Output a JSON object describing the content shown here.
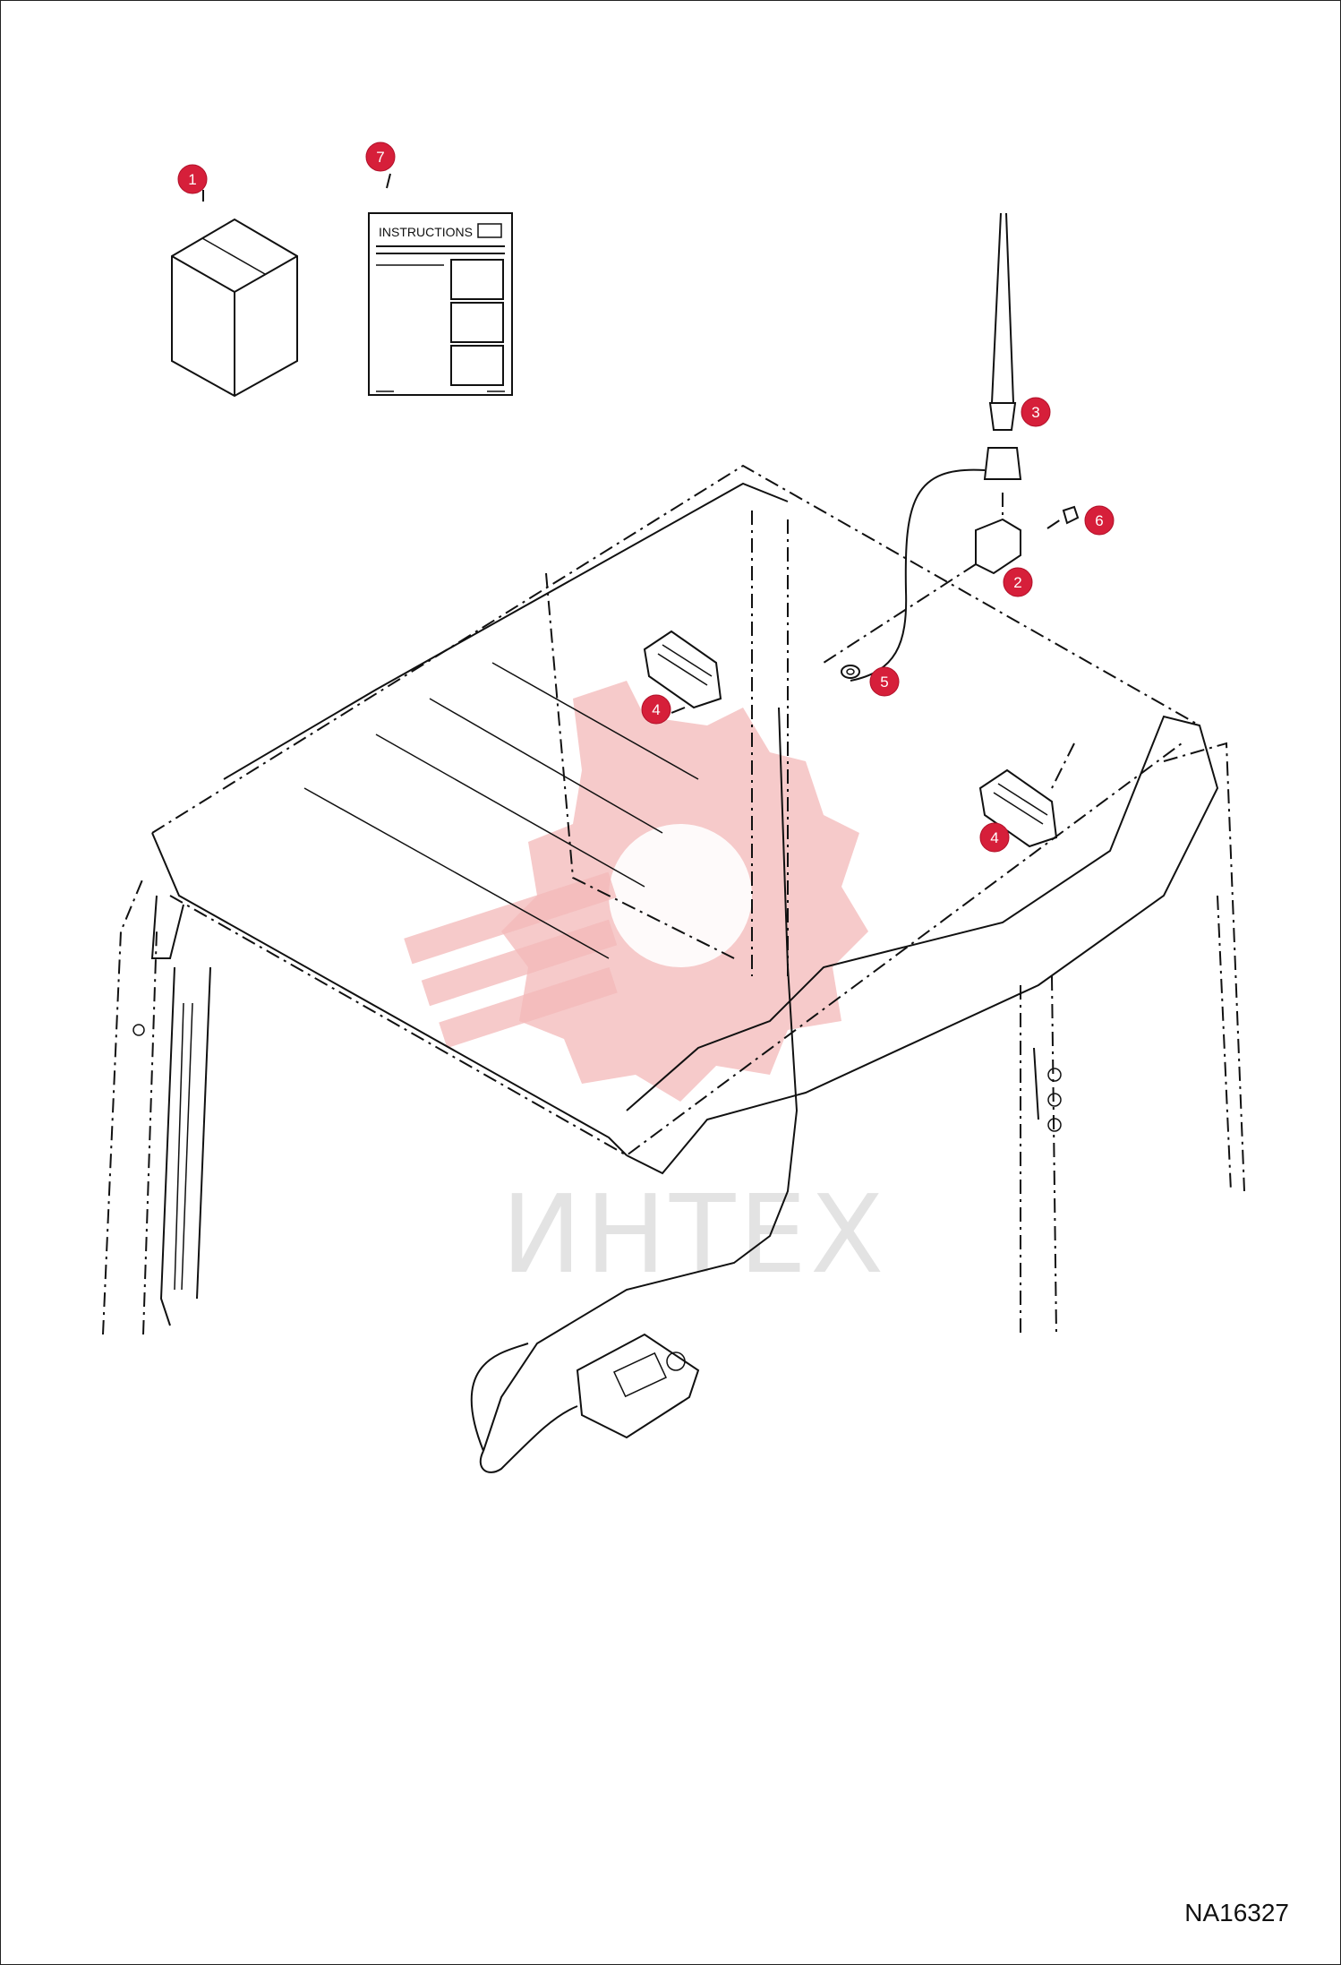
{
  "watermark": {
    "text": "ИНТЕХ"
  },
  "instructions_sheet": {
    "title": "INSTRUCTIONS"
  },
  "callouts": [
    {
      "id": "callout-1",
      "label": "1"
    },
    {
      "id": "callout-7",
      "label": "7"
    },
    {
      "id": "callout-3",
      "label": "3"
    },
    {
      "id": "callout-6",
      "label": "6"
    },
    {
      "id": "callout-2",
      "label": "2"
    },
    {
      "id": "callout-5",
      "label": "5"
    },
    {
      "id": "callout-4a",
      "label": "4"
    },
    {
      "id": "callout-4b",
      "label": "4"
    }
  ],
  "reference_code": "NA16327"
}
